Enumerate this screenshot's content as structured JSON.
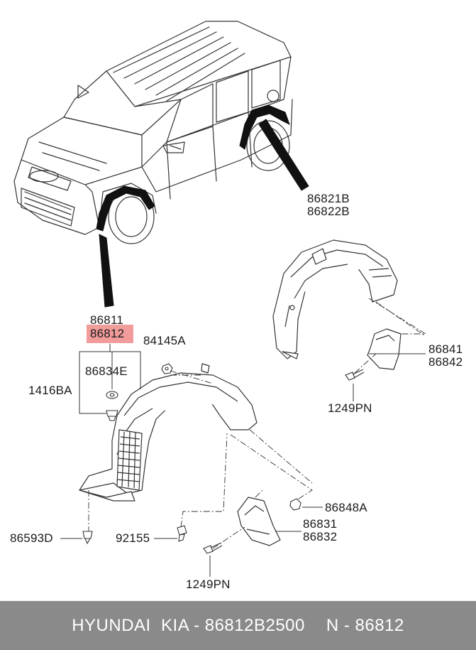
{
  "labels": {
    "part_86811": "86811",
    "part_86812": "86812",
    "part_84145A": "84145A",
    "part_86834E": "86834E",
    "part_1416BA": "1416BA",
    "part_86821B": "86821B",
    "part_86822B": "86822B",
    "part_86841": "86841",
    "part_86842": "86842",
    "part_1249PN_top": "1249PN",
    "part_86848A": "86848A",
    "part_86831": "86831",
    "part_86832": "86832",
    "part_86593D": "86593D",
    "part_92155": "92155",
    "part_1249PN_bottom": "1249PN"
  },
  "highlight_color": "#f08a8a",
  "footer": {
    "brand": "HYUNDAI  KIA - 86812B2500",
    "ref": "N - 86812",
    "background": "#8a8a8a"
  }
}
